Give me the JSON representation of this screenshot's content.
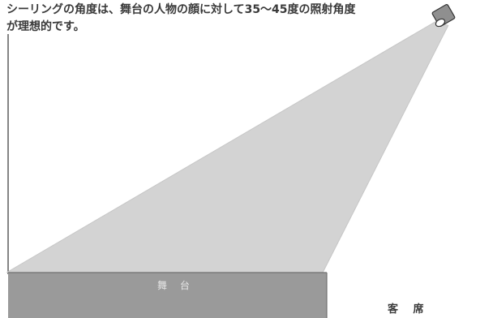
{
  "caption": {
    "line1": "シーリングの角度は、舞台の人物の顔に対して35〜45度の照射角度",
    "line2": "が理想的です。"
  },
  "stage": {
    "label": "舞 台"
  },
  "audience": {
    "label": "客 席"
  },
  "colors": {
    "beam": "#d3d3d3",
    "stage": "#9a9a9a",
    "stage_shadow": "#8a8a8a",
    "lines": "#333333",
    "text": "#3a3a3a"
  },
  "icons": {
    "light": "ceiling-spotlight-icon"
  }
}
